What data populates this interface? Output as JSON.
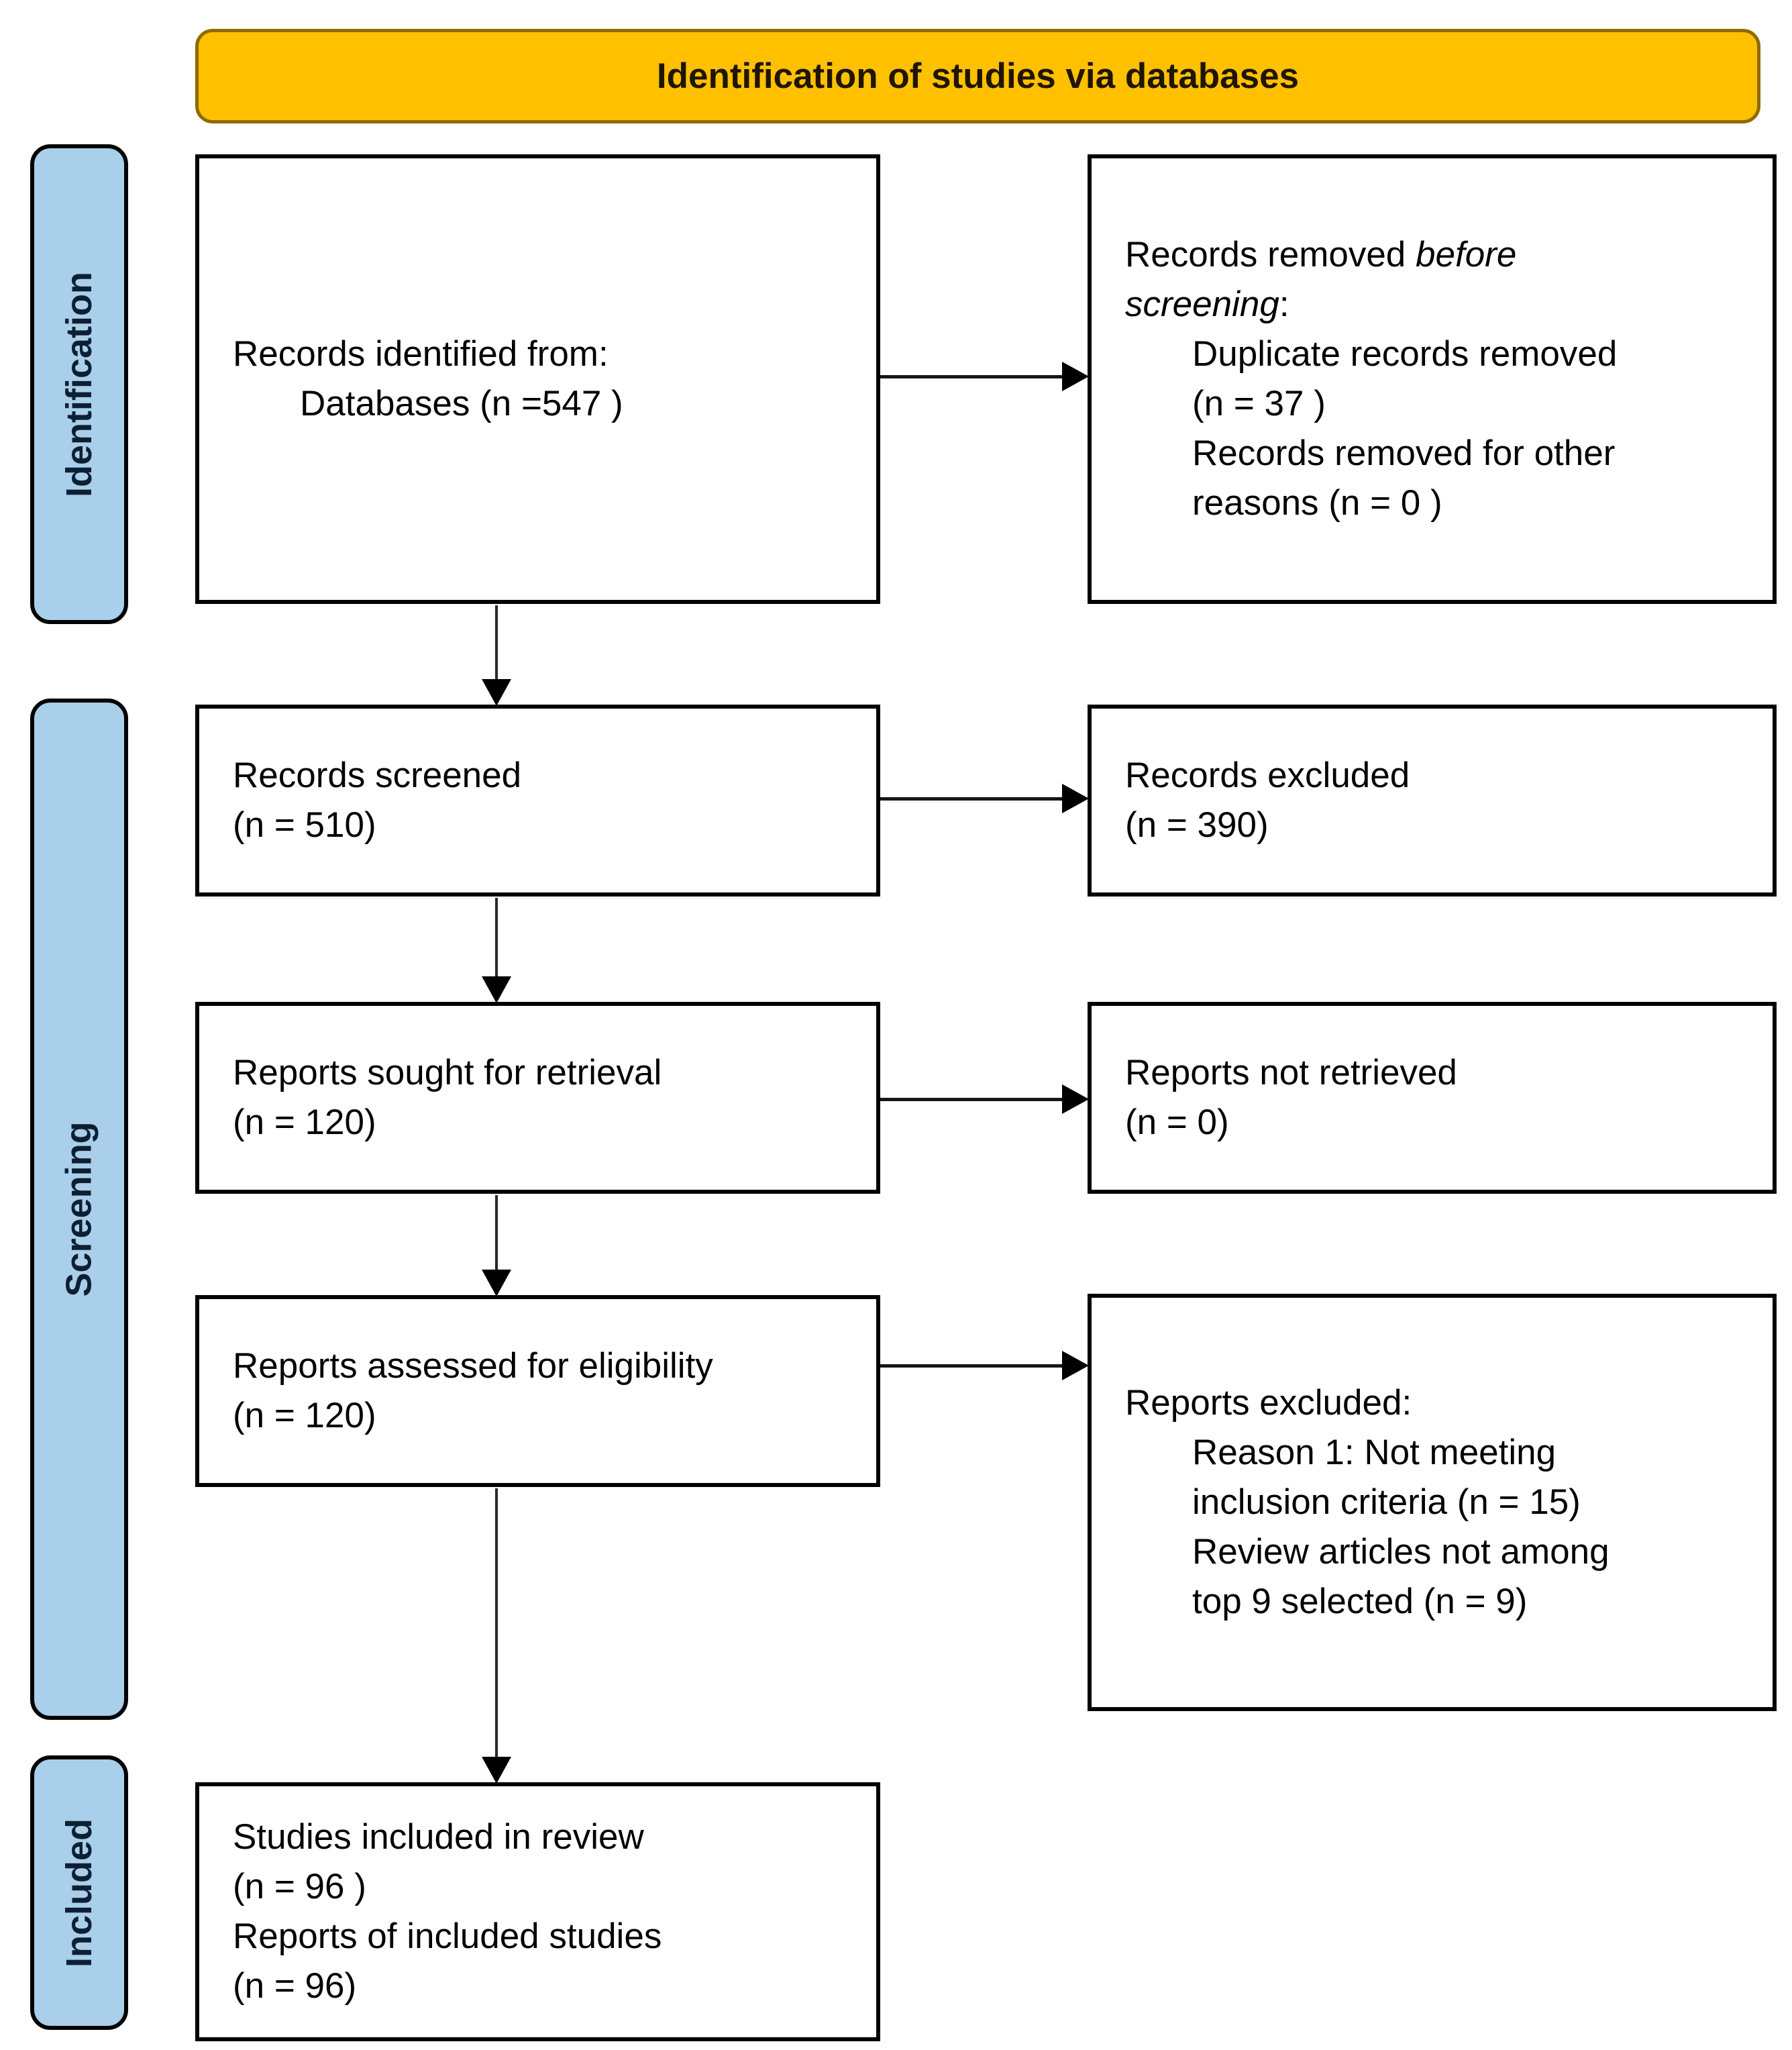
{
  "banner": {
    "title": "Identification of studies via databases"
  },
  "stages": [
    {
      "label": "Identification"
    },
    {
      "label": "Screening"
    },
    {
      "label": "Included"
    }
  ],
  "boxes": {
    "records_identified": {
      "lines": [
        "Records identified from:",
        "Databases (n =547 )"
      ]
    },
    "records_removed": {
      "intro_prefix": "Records removed ",
      "intro_italic_1": "before",
      "intro_italic_2": "screening",
      "intro_suffix": ":",
      "lines": [
        "Duplicate records removed",
        "(n = 37 )",
        "Records removed for other",
        "reasons (n = 0 )"
      ]
    },
    "records_screened": {
      "lines": [
        "Records screened",
        "(n = 510)"
      ]
    },
    "records_excluded": {
      "lines": [
        "Records excluded",
        "(n = 390)"
      ]
    },
    "reports_sought": {
      "lines": [
        "Reports sought for retrieval",
        "(n = 120)"
      ]
    },
    "reports_not_retrieved": {
      "lines": [
        "Reports not retrieved",
        "(n = 0)"
      ]
    },
    "reports_assessed": {
      "lines": [
        "Reports assessed for eligibility",
        "(n = 120)"
      ]
    },
    "reports_excluded": {
      "lines": [
        "Reports excluded:",
        "Reason 1: Not meeting",
        "inclusion criteria (n = 15)",
        "Review articles not among",
        "top 9 selected (n = 9)"
      ]
    },
    "studies_included": {
      "lines": [
        "Studies included in review",
        "(n = 96 )",
        "Reports of included studies",
        "(n = 96)"
      ]
    }
  },
  "colors": {
    "banner_fill": "#FFC000",
    "banner_border": "#8F6A00",
    "banner_text": "#1F1500",
    "stage_fill": "#A9CFEA",
    "stage_border": "#000000",
    "stage_text": "#0D2033",
    "box_fill": "#FFFFFF",
    "box_border": "#000000",
    "box_text": "#000000",
    "arrow": "#000000"
  }
}
